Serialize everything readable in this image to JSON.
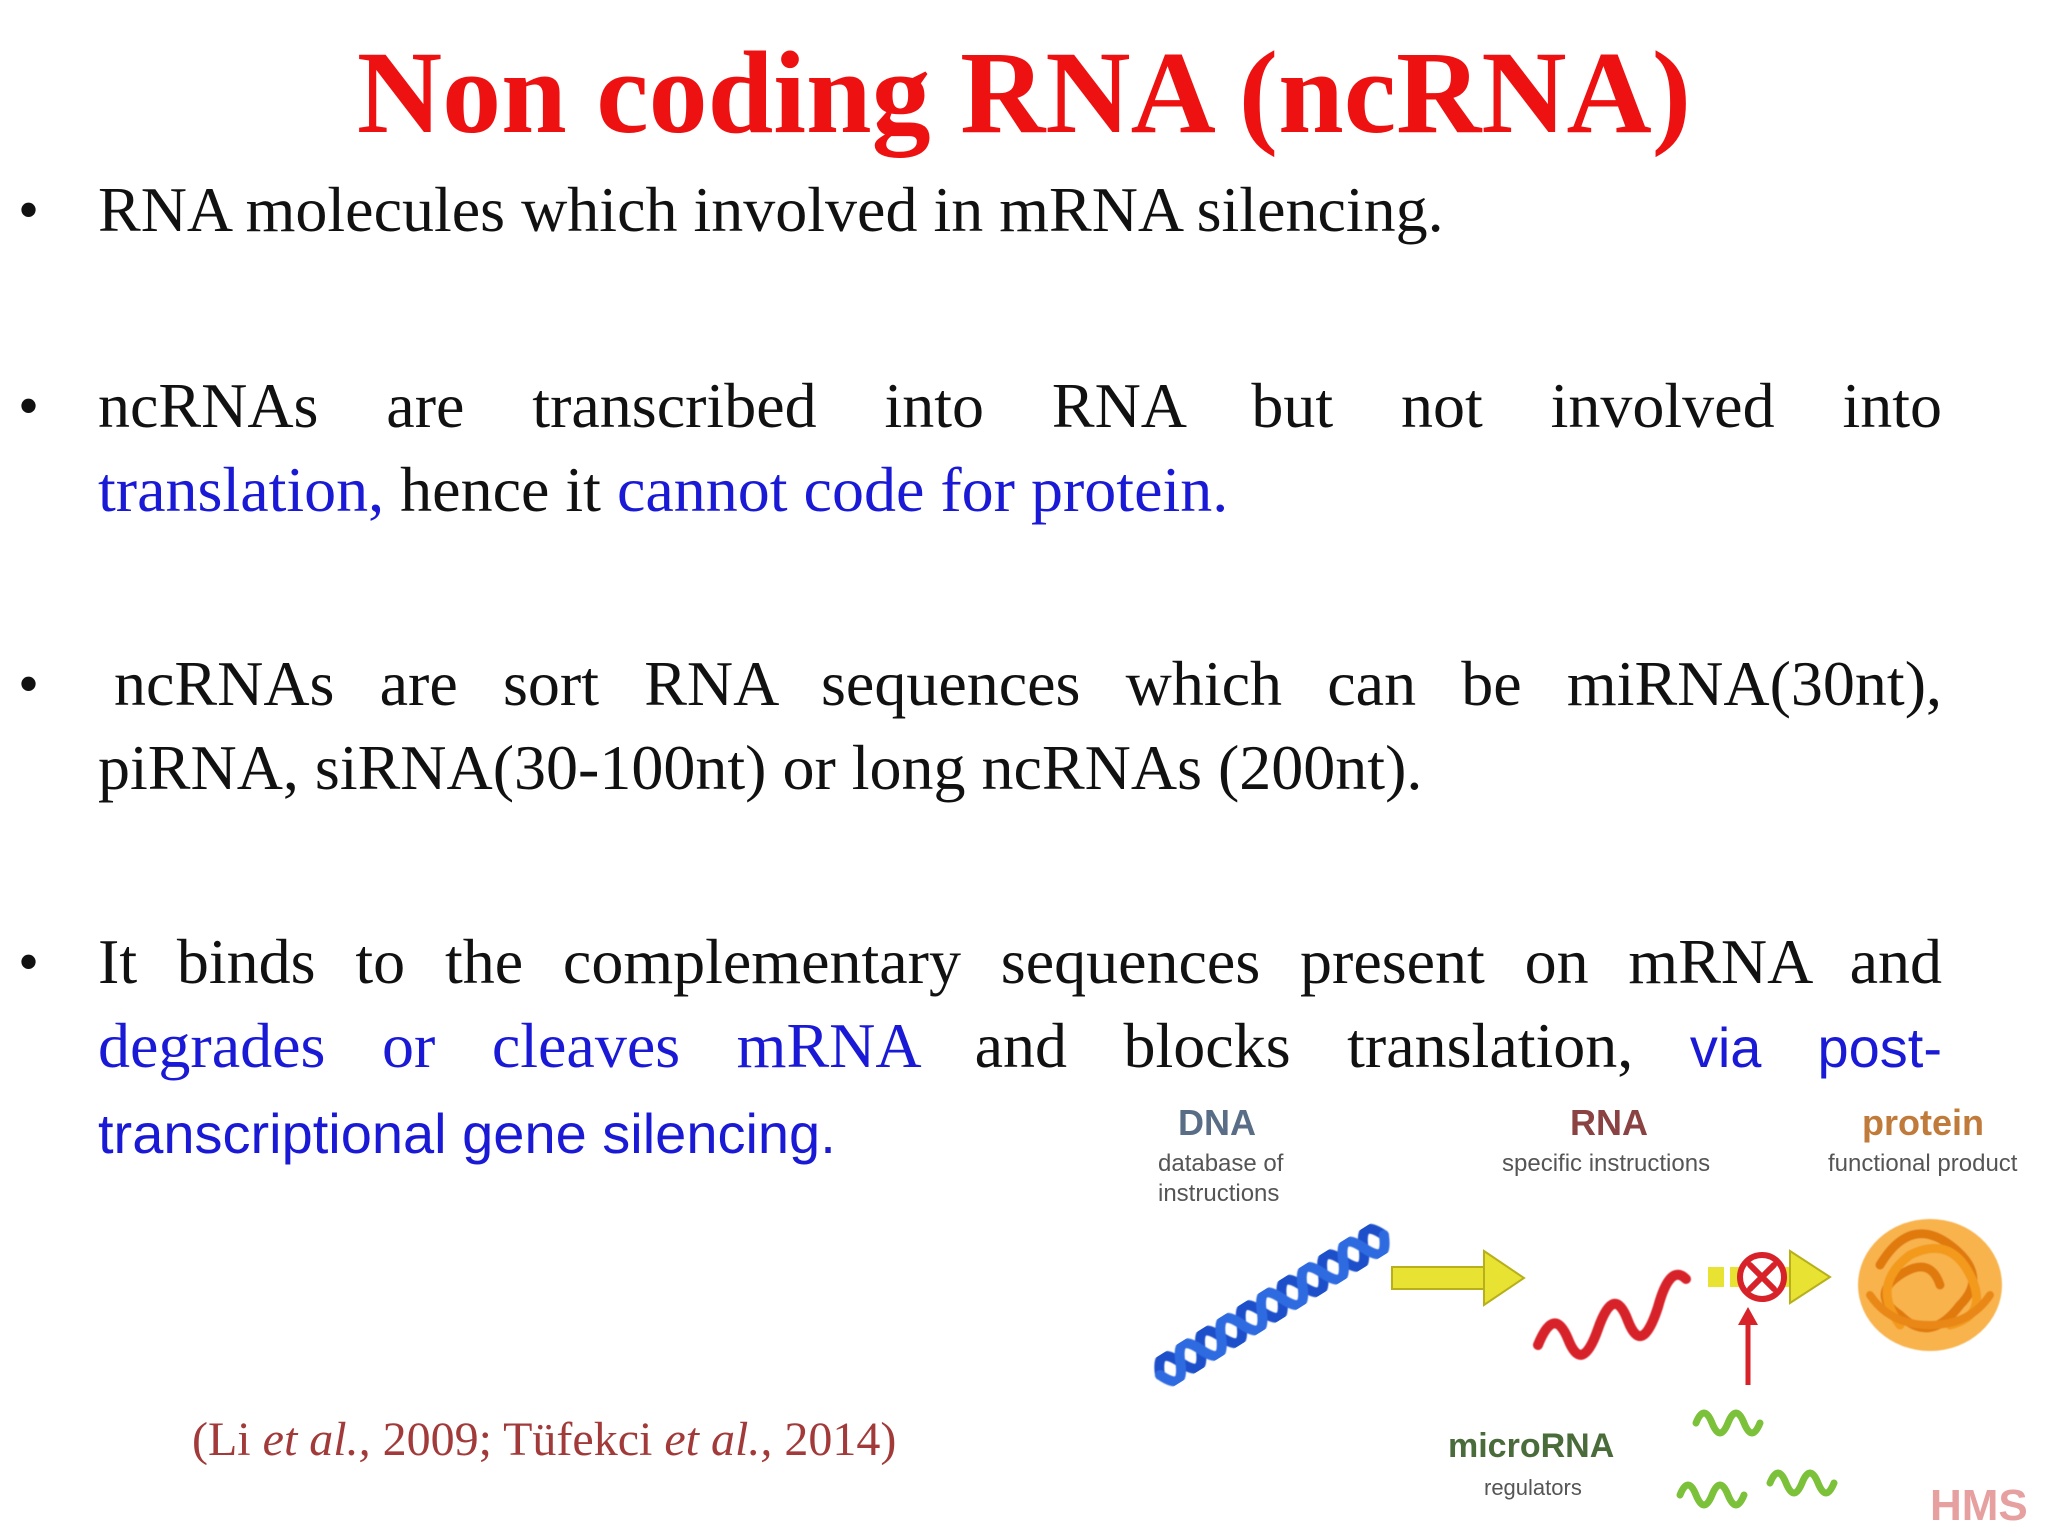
{
  "title": "Non coding RNA (ncRNA)",
  "bullet_symbol": "•",
  "bullets": [
    {
      "text": "RNA molecules which involved in mRNA silencing."
    },
    {
      "line1": "ncRNAs are transcribed into RNA but not involved into",
      "part_translation": "translation,",
      "part_hence": " hence it ",
      "part_cannot": "cannot code for protein."
    },
    {
      "line1": "ncRNAs are sort RNA sequences which can be miRNA(30nt),",
      "line2": "piRNA, siRNA(30-100nt) or long ncRNAs (200nt)."
    },
    {
      "line1": "It binds to the complementary sequences present on mRNA and",
      "part_degrades": "degrades or cleaves mRNA",
      "part_and_blocks": " and blocks translation, ",
      "part_via": "via post-",
      "line3": "transcriptional gene silencing."
    }
  ],
  "citation": {
    "open": "(Li ",
    "etal1": "et al.,",
    "mid": " 2009; Tüfekci ",
    "etal2": "et al.,",
    "close": " 2014)"
  },
  "diagram": {
    "dna_label": "DNA",
    "dna_sub1": "database of",
    "dna_sub2": "instructions",
    "rna_label": "RNA",
    "rna_sub": "specific instructions",
    "protein_label": "protein",
    "protein_sub": "functional product",
    "microrna_label": "microRNA",
    "microrna_sub": "regulators",
    "logo": "HMS",
    "colors": {
      "dna": "#1e4fc9",
      "rna": "#d8222a",
      "arrow": "#e8e233",
      "protein": "#f39a1e",
      "microrna": "#7cc13a",
      "block": "#d8222a"
    }
  }
}
